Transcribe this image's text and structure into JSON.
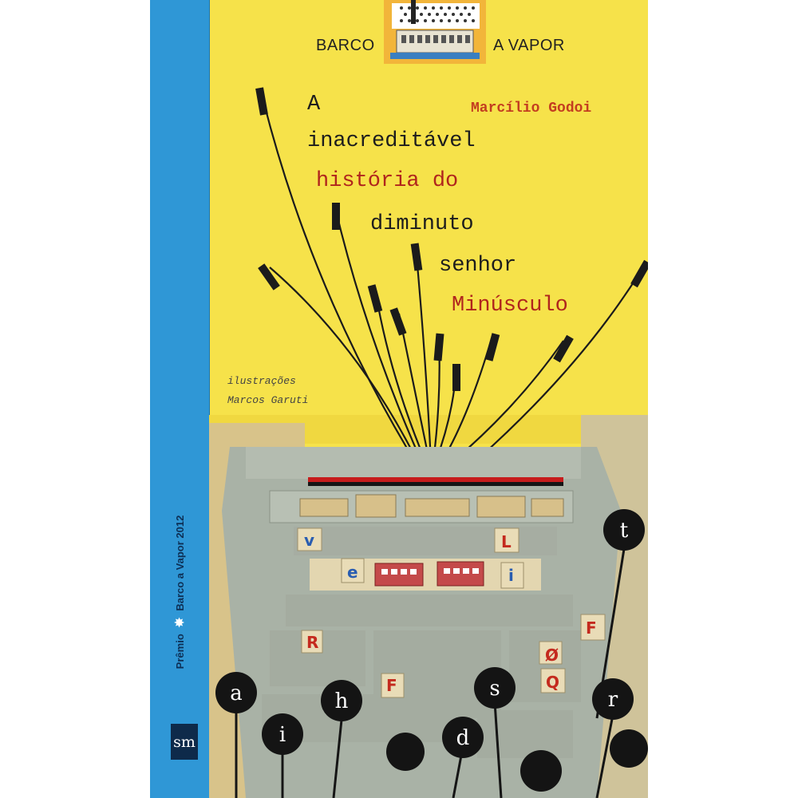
{
  "cover": {
    "collection_left": "BARCO",
    "collection_right": "A VAPOR",
    "author": "Marcílio Godoi",
    "title_lines": [
      "A",
      "inacreditável",
      "história do",
      "diminuto",
      "senhor",
      "Minúsculo"
    ],
    "illustrations_label": "ilustrações",
    "illustrator": "Marcos Garuti"
  },
  "spine": {
    "award_text": "Prêmio ✸ Barco a Vapor 2012",
    "award_prefix": "Prêmio",
    "award_suffix": "Barco a Vapor 2012",
    "publisher": "sm"
  },
  "typewriter": {
    "key_letters": [
      "a",
      "i",
      "h",
      "d",
      "s",
      "r",
      "t"
    ],
    "slug_letters": [
      "v",
      "e",
      "L",
      "i",
      "R",
      "F",
      "Q",
      "F"
    ]
  },
  "colors": {
    "cover_yellow": "#f6e24a",
    "spine_blue": "#2f97d6",
    "title_red": "#b0251d",
    "author_red": "#c33d20"
  }
}
